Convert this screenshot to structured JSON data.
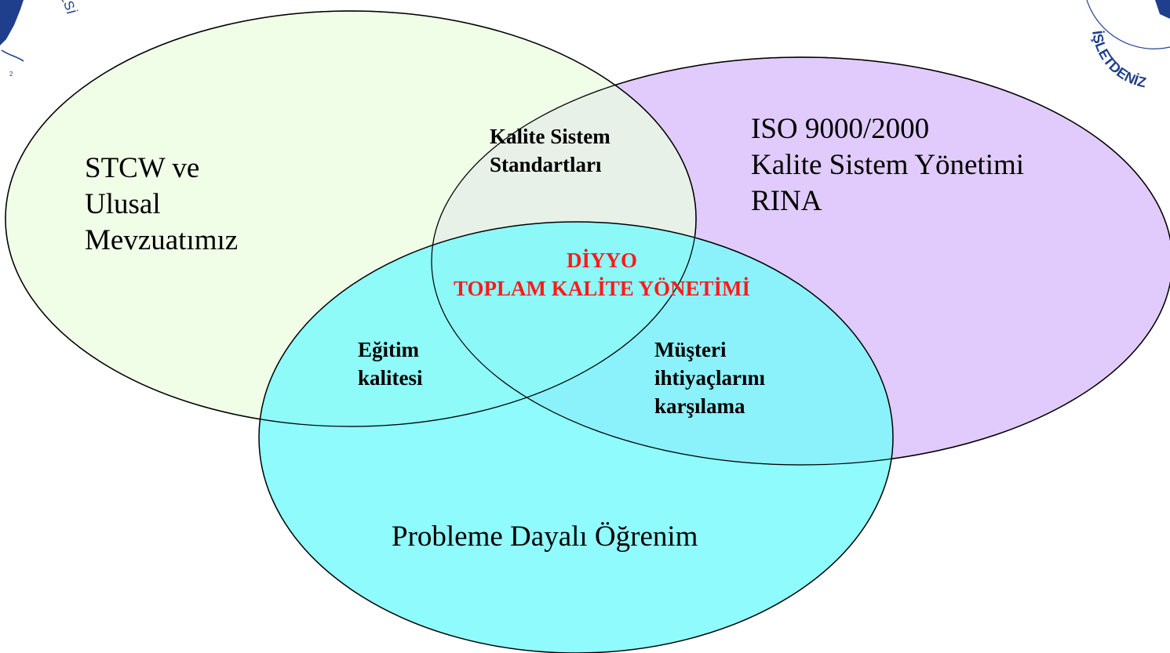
{
  "diagram": {
    "circles": {
      "legislation": {
        "lines": [
          "STCW ve",
          "Ulusal",
          "Mevzuatımız"
        ],
        "fill": "#ebfde0"
      },
      "iso": {
        "lines": [
          "ISO 9000/2000",
          "Kalite Sistem Yönetimi",
          "RINA"
        ],
        "fill": "#e0cbfc"
      },
      "pbl": {
        "label": "Probleme Dayalı Öğrenim",
        "fill": "#77fafb"
      }
    },
    "intersections": {
      "quality_standards": [
        "Kalite Sistem",
        "Standartları"
      ],
      "education_quality": [
        "Eğitim",
        "kalitesi"
      ],
      "customer_needs": [
        "Müşteri",
        "ihtiyaçlarını",
        "karşılama"
      ],
      "center": {
        "lines": [
          "DİYYO",
          "TOPLAM KALİTE YÖNETİMİ"
        ],
        "color": "#ff1a1a"
      }
    },
    "logos": {
      "left": {
        "text": "RSİTESİ"
      },
      "right": {
        "text": "İŞLETDENİZ"
      }
    }
  }
}
